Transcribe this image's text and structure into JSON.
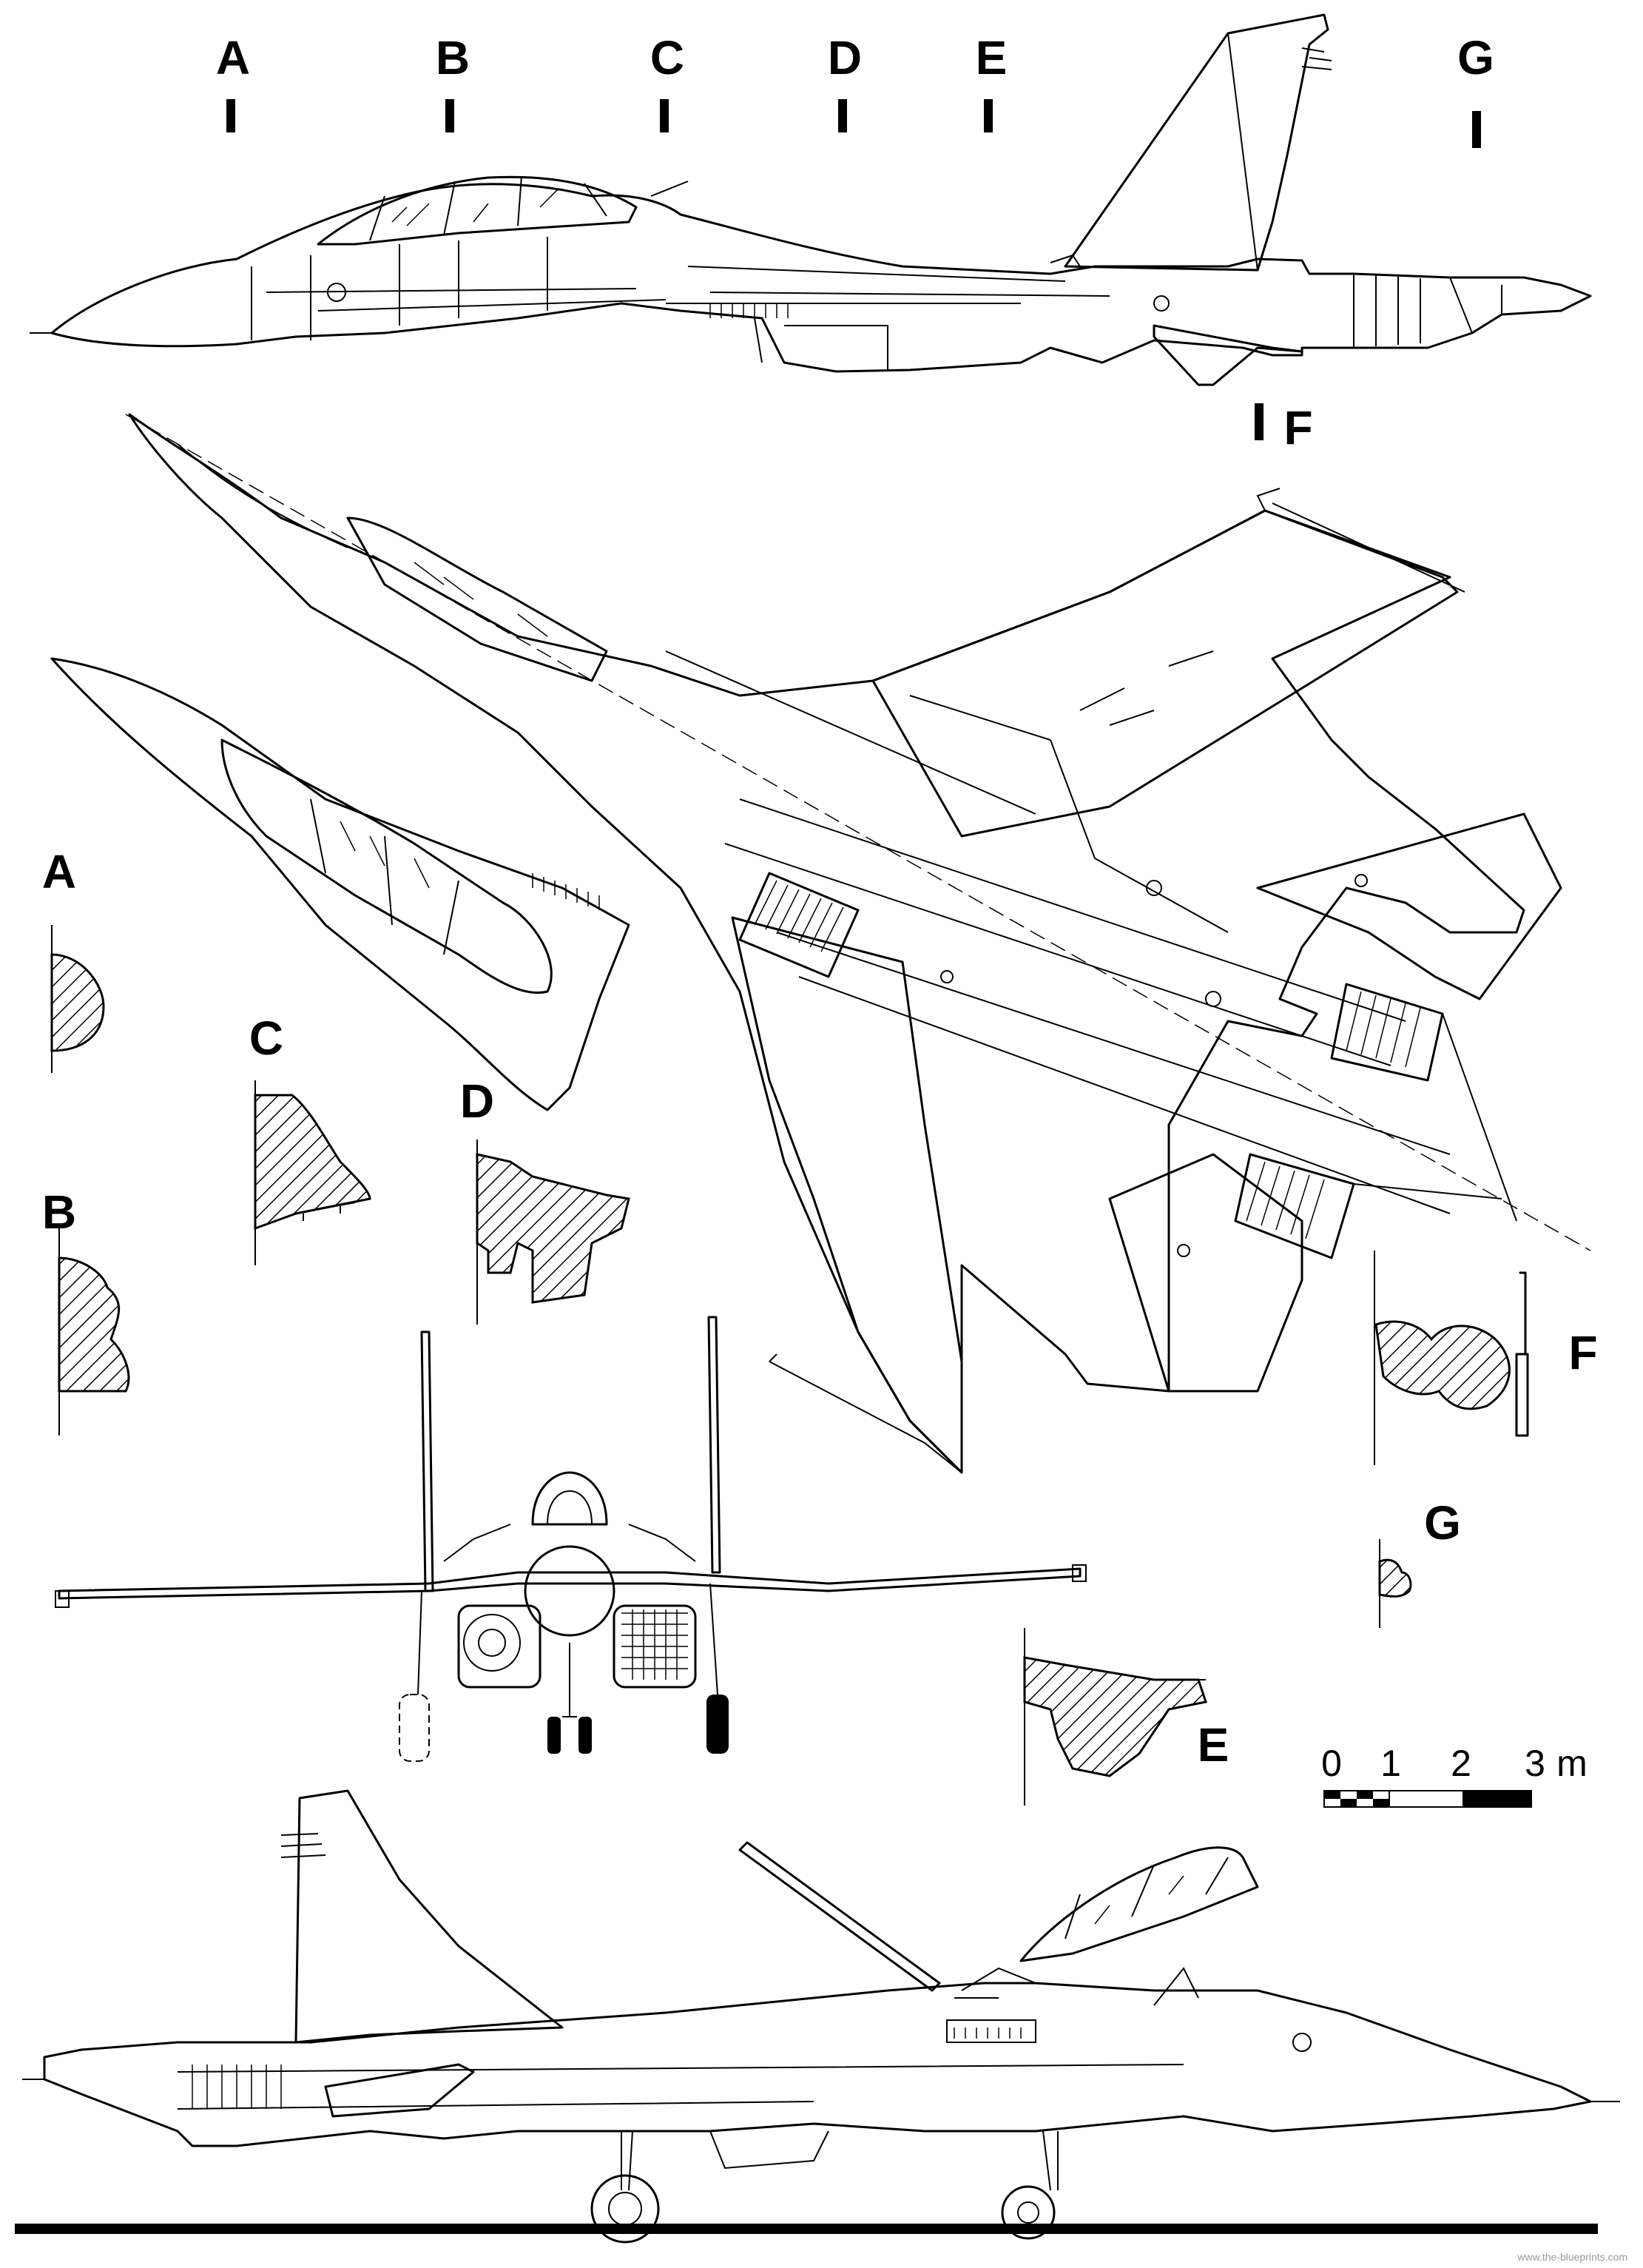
{
  "section_labels": {
    "A": "A",
    "B": "B",
    "C": "C",
    "D": "D",
    "E": "E",
    "F": "F",
    "G": "G"
  },
  "scale_bar": {
    "ticks": [
      "0",
      "1",
      "2",
      "3"
    ],
    "unit": "m"
  },
  "watermark": "www.the-blueprints.com",
  "colors": {
    "ink": "#000000",
    "paper": "#ffffff"
  }
}
